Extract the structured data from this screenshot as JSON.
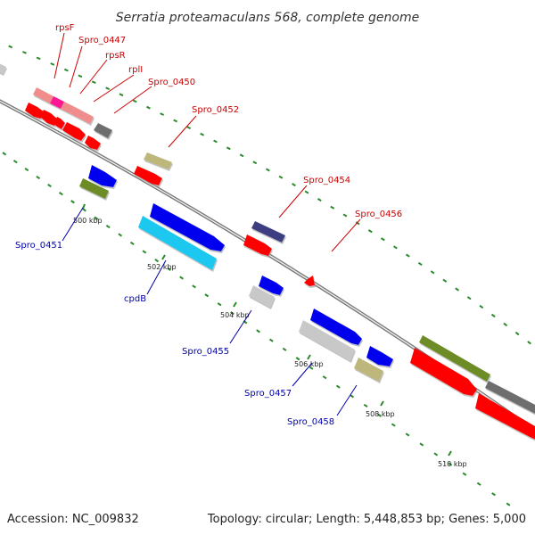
{
  "title": "Serratia proteamaculans 568, complete genome",
  "footer": {
    "accession": "Accession: NC_009832",
    "summary": "Topology: circular; Length: 5,448,853 bp; Genes: 5,000"
  },
  "ticks": [
    "500 kbp",
    "502 kbp",
    "504 kbp",
    "506 kbp",
    "508 kbp",
    "510 kbp"
  ],
  "labels_top": [
    "rpsF",
    "Spro_0447",
    "rpsR",
    "rplI",
    "Spro_0450",
    "Spro_0452",
    "Spro_0454",
    "Spro_0456"
  ],
  "labels_bottom": [
    "Spro_0451",
    "cpdB",
    "Spro_0455",
    "Spro_0457",
    "Spro_0458"
  ],
  "colors": {
    "top_label": "#cc0000",
    "bottom_label": "#0000aa",
    "backbone": "#777777",
    "dots": "#2a8a2a",
    "red": "#ff0000",
    "pink": "#f08c8c",
    "magenta": "#ff1493",
    "gray": "#6e6e6e",
    "light_gray": "#c8c8c8",
    "olive": "#6e8c28",
    "khaki": "#bdb77b",
    "navy": "#3c3c82",
    "blue": "#0000ee",
    "cyan": "#1ec8f0"
  }
}
